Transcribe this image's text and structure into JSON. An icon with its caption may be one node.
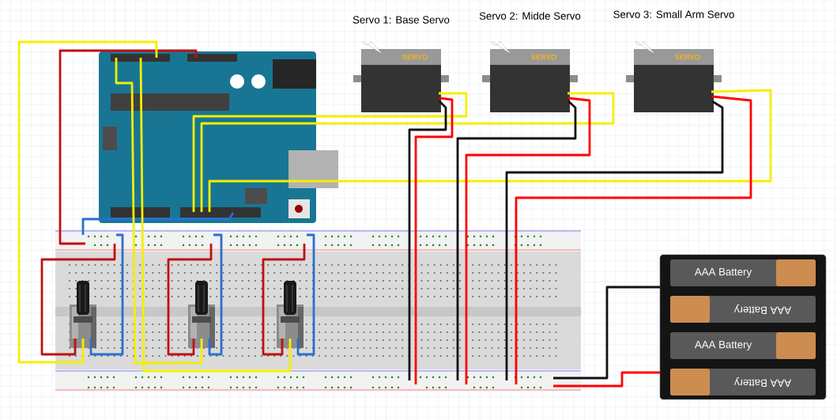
{
  "diagram": {
    "nodes": [
      {
        "text": [],
        "shape": "picture"
      },
      {
        "text": [
          "SERVO"
        ],
        "beside": [
          "Servo 1: Base Servo"
        ]
      },
      {
        "text": [
          "SERVO"
        ],
        "beside": [
          "Servo 2: Midde Servo"
        ]
      },
      {
        "text": [
          "SERVO"
        ],
        "beside": [
          "Servo 3: Small Arm Servo"
        ]
      },
      {
        "text": [],
        "shape": "picture"
      },
      {
        "text": [],
        "shape": "picture",
        "in": 4
      },
      {
        "text": [],
        "shape": "picture",
        "in": 4
      },
      {
        "text": [],
        "shape": "picture",
        "in": 4
      },
      {
        "text": [],
        "shape": "box"
      },
      {
        "text": [
          "AAA Battery"
        ],
        "in": 8
      },
      {
        "text": [
          "AAA Battery"
        ],
        "in": 8
      },
      {
        "text": [
          "AAA Battery"
        ],
        "in": 8
      },
      {
        "text": [
          "AAA Battery"
        ],
        "in": 8
      }
    ],
    "edges": [
      {
        "from": 1,
        "to": 0,
        "arrow": "none",
        "color": "#f5ef00"
      },
      {
        "from": 2,
        "to": 0,
        "arrow": "none",
        "color": "#f5ef00"
      },
      {
        "from": 3,
        "to": 0,
        "arrow": "none",
        "color": "#f5ef00"
      },
      {
        "from": 1,
        "to": 4,
        "arrow": "none",
        "color": "#ff0000"
      },
      {
        "from": 1,
        "to": 4,
        "arrow": "none",
        "color": "#111111"
      },
      {
        "from": 2,
        "to": 4,
        "arrow": "none",
        "color": "#ff0000"
      },
      {
        "from": 2,
        "to": 4,
        "arrow": "none",
        "color": "#111111"
      },
      {
        "from": 3,
        "to": 4,
        "arrow": "none",
        "color": "#ff0000"
      },
      {
        "from": 3,
        "to": 4,
        "arrow": "none",
        "color": "#111111"
      },
      {
        "from": 0,
        "to": 4,
        "arrow": "none",
        "color": "#c01010"
      },
      {
        "from": 0,
        "to": 4,
        "arrow": "none",
        "color": "#2a6fd0"
      },
      {
        "from": 0,
        "to": 5,
        "arrow": "none",
        "color": "#f5ef00"
      },
      {
        "from": 0,
        "to": 6,
        "arrow": "none",
        "color": "#f5ef00"
      },
      {
        "from": 0,
        "to": 7,
        "arrow": "none",
        "color": "#f5ef00"
      },
      {
        "from": 5,
        "to": 4,
        "arrow": "none",
        "color": "#c01010"
      },
      {
        "from": 5,
        "to": 4,
        "arrow": "none",
        "color": "#2a6fd0"
      },
      {
        "from": 6,
        "to": 4,
        "arrow": "none",
        "color": "#c01010"
      },
      {
        "from": 6,
        "to": 4,
        "arrow": "none",
        "color": "#2a6fd0"
      },
      {
        "from": 7,
        "to": 4,
        "arrow": "none",
        "color": "#c01010"
      },
      {
        "from": 7,
        "to": 4,
        "arrow": "none",
        "color": "#2a6fd0"
      },
      {
        "from": 8,
        "to": 4,
        "arrow": "none",
        "color": "#111111"
      },
      {
        "from": 8,
        "to": 4,
        "arrow": "none",
        "color": "#ff0000"
      }
    ]
  }
}
